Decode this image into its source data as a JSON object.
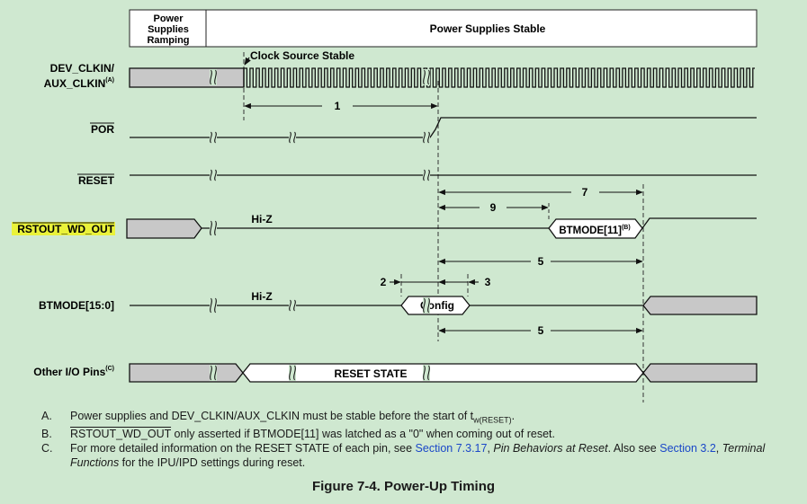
{
  "header": {
    "phase_ramping": [
      "Power",
      "Supplies",
      "Ramping"
    ],
    "phase_stable": "Power Supplies Stable"
  },
  "signals": {
    "clk_line1": "DEV_CLKIN/",
    "clk_line2": "AUX_CLKIN",
    "clk_note": "(A)",
    "por": "POR",
    "reset": "RESET",
    "rstout": "RSTOUT_WD_OUT",
    "btmode": "BTMODE[15:0]",
    "other_io": "Other I/O Pins",
    "other_io_note": "(C)"
  },
  "annotations": {
    "clock_source_stable": "Clock Source Stable",
    "hiz_rstout": "Hi-Z",
    "hiz_btmode": "Hi-Z",
    "config": "Config",
    "btmode11": "BTMODE[11]",
    "btmode11_note": "(B)",
    "reset_state": "RESET STATE",
    "t1": "1",
    "t2": "2",
    "t3": "3",
    "t5a": "5",
    "t5b": "5",
    "t7": "7",
    "t9": "9"
  },
  "notes": {
    "a_label": "A.",
    "a_text": "Power supplies and DEV_CLKIN/AUX_CLKIN must be stable before the start of t",
    "a_sub": "w(RESET)",
    "a_end": ".",
    "b_label": "B.",
    "b_signal": "RSTOUT_WD_OUT",
    "b_text": " only asserted if BTMODE[11] was latched as a \"0\" when coming out of reset.",
    "c_label": "C.",
    "c_text1": "For more detailed information on the RESET STATE of each pin, see ",
    "c_link1": "Section 7.3.17",
    "c_sep1": ", ",
    "c_italic1": "Pin Behaviors at Reset",
    "c_text2": ". Also see ",
    "c_link2": "Section 3.2",
    "c_sep2": ", ",
    "c_italic2": "Terminal Functions",
    "c_text3": " for the IPU/IPD settings during reset."
  },
  "caption": "Figure 7-4. Power-Up Timing",
  "colors": {
    "background": "#cfe8d0",
    "bus_fill": "#c8c8c8",
    "highlight": "#eaf23a",
    "link": "#1a47c8"
  }
}
